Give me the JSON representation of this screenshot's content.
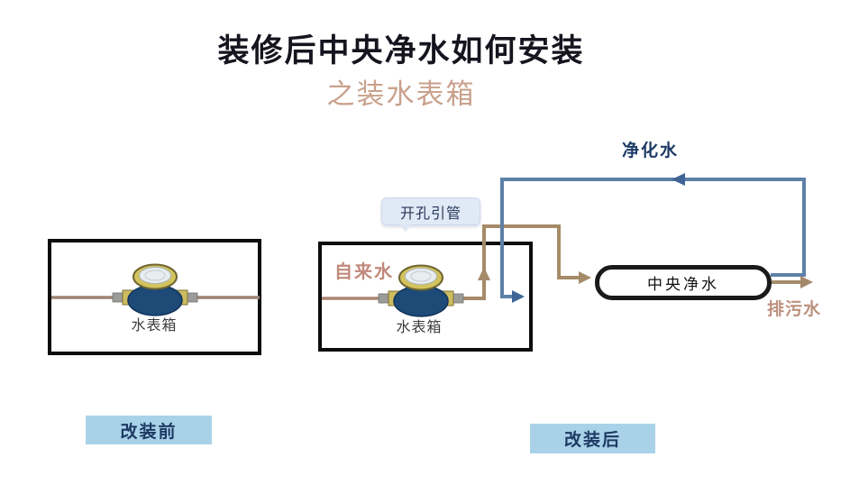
{
  "page": {
    "title": "装修后中央净水如何安装",
    "subtitle": "之装水表箱"
  },
  "before": {
    "meter_label": "水表箱",
    "caption": "改装前"
  },
  "after": {
    "meter_label": "水表箱",
    "tap_water_label": "自来水",
    "callout_label": "开孔引管",
    "purified_water_label": "净化水",
    "purifier_label": "中央净水",
    "drain_water_label": "排污水",
    "caption": "改装后"
  },
  "colors": {
    "pipe_brown": "#a58b68",
    "pipe_blue": "#5d80a7",
    "caption_bg": "#a9d2e9",
    "caption_text": "#1e3a63",
    "callout_bg": "#e0e9f6",
    "subtitle_text": "#c9a18c",
    "tap_label_text": "#c1897b",
    "purified_label_text": "#1d3b66",
    "drain_label_text": "#bc917d",
    "meter_body": "#1d4a77",
    "meter_dial_ring": "#d2c35e"
  }
}
